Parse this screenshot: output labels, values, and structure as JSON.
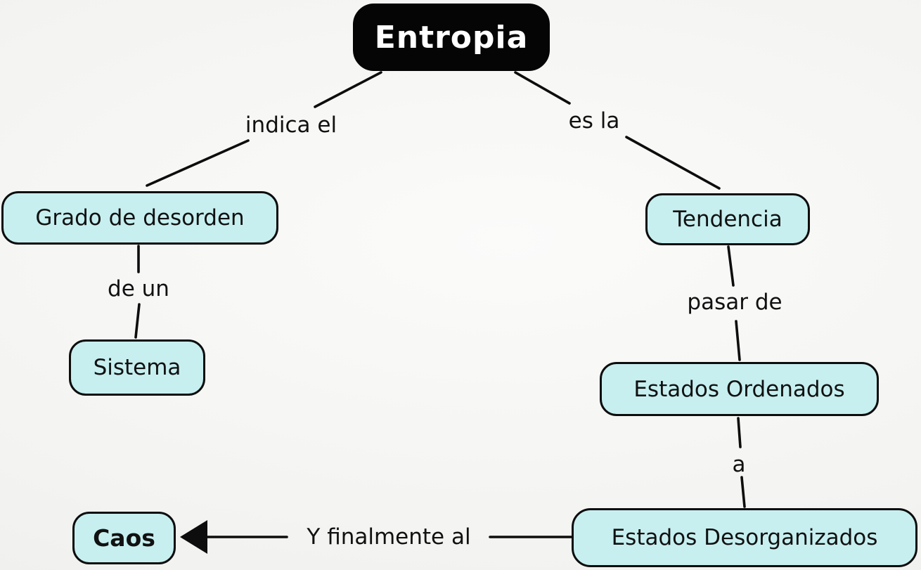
{
  "diagram": {
    "type": "concept-map",
    "title": "Entropia"
  },
  "colors": {
    "background": "#f3f3f1",
    "node_fill": "#c7eff0",
    "node_border": "#0d0d0d",
    "root_fill": "#050505",
    "root_text": "#ffffff",
    "line": "#0d0d0d",
    "text": "#111111"
  },
  "nodes": [
    {
      "id": "entropia",
      "label": "Entropia",
      "type": "root"
    },
    {
      "id": "grado-de-desorden",
      "label": "Grado de desorden",
      "type": "concept"
    },
    {
      "id": "sistema",
      "label": "Sistema",
      "type": "concept"
    },
    {
      "id": "tendencia",
      "label": "Tendencia",
      "type": "concept"
    },
    {
      "id": "estados-ordenados",
      "label": "Estados Ordenados",
      "type": "concept"
    },
    {
      "id": "estados-desorganizados",
      "label": "Estados Desorganizados",
      "type": "concept"
    },
    {
      "id": "caos",
      "label": "Caos",
      "type": "concept-bold"
    }
  ],
  "edges": [
    {
      "from": "Entropia",
      "to": "Grado de desorden",
      "label": "indica el",
      "arrow": false
    },
    {
      "from": "Entropia",
      "to": "Tendencia",
      "label": "es la",
      "arrow": false
    },
    {
      "from": "Grado de desorden",
      "to": "Sistema",
      "label": "de un",
      "arrow": false
    },
    {
      "from": "Tendencia",
      "to": "Estados Ordenados",
      "label": "pasar de",
      "arrow": false
    },
    {
      "from": "Estados Ordenados",
      "to": "Estados Desorganizados",
      "label": "a",
      "arrow": false
    },
    {
      "from": "Estados Desorganizados",
      "to": "Caos",
      "label": "Y finalmente al",
      "arrow": true
    }
  ]
}
